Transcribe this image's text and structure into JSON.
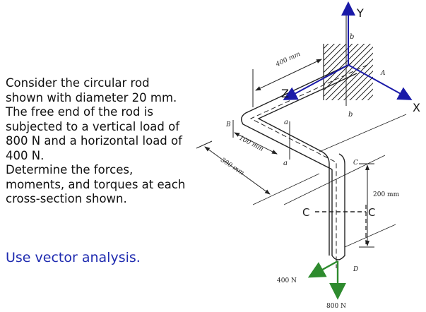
{
  "problem": {
    "paragraph1": "Consider the circular rod shown with diameter 20 mm. The free end of the rod is subjected to a vertical load of 800 N and a horizontal load of 400 N.",
    "paragraph2": "Determine the forces, moments, and torques at each cross-section shown.",
    "emphasis": "Use vector analysis."
  },
  "figure": {
    "axes": {
      "x": "X",
      "y": "Y",
      "z": "Z"
    },
    "dimensions": {
      "ab_length": "400 mm",
      "bc_length": "100 mm",
      "bd_length": "300 mm",
      "cd_length": "200 mm"
    },
    "point_labels": {
      "A": "A",
      "B": "B",
      "C": "C",
      "D": "D",
      "a_top": "a",
      "a_bottom": "a",
      "b_top": "b",
      "b_bottom": "b",
      "c_left": "C",
      "c_right": "C"
    },
    "loads": {
      "horizontal": "400 N",
      "vertical": "800 N"
    },
    "colors": {
      "axis_y": "#1a1aa8",
      "axis_x": "#1a1aa8",
      "axis_z": "#1a1aa8",
      "load_arrow": "#2e8b2e",
      "text_emphasis": "#1f2bb0"
    }
  }
}
